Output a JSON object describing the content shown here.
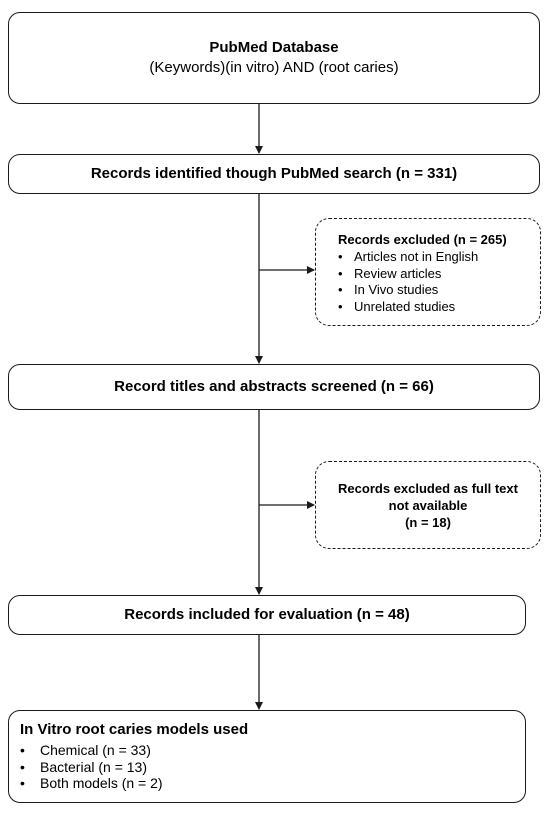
{
  "flowchart": {
    "database": {
      "title": "PubMed Database",
      "query": "(Keywords)(in vitro) AND (root caries)"
    },
    "identified": {
      "label": "Records identified though PubMed search (n = 331)"
    },
    "excluded_1": {
      "title": "Records  excluded (n = 265)",
      "items": [
        "Articles not in English",
        "Review articles",
        "In Vivo studies",
        "Unrelated studies"
      ]
    },
    "screened": {
      "label": "Record titles and abstracts screened (n = 66)"
    },
    "excluded_2": {
      "line1": "Records excluded as full text",
      "line2": "not available",
      "line3": "(n = 18)"
    },
    "included": {
      "label": "Records included for evaluation (n = 48)"
    },
    "models": {
      "title": "In Vitro root caries models used",
      "items": [
        "Chemical (n = 33)",
        "Bacterial (n = 13)",
        "Both models (n = 2)"
      ]
    }
  },
  "colors": {
    "stroke": "#1a1a1a",
    "text": "#000000",
    "background": "#ffffff"
  }
}
